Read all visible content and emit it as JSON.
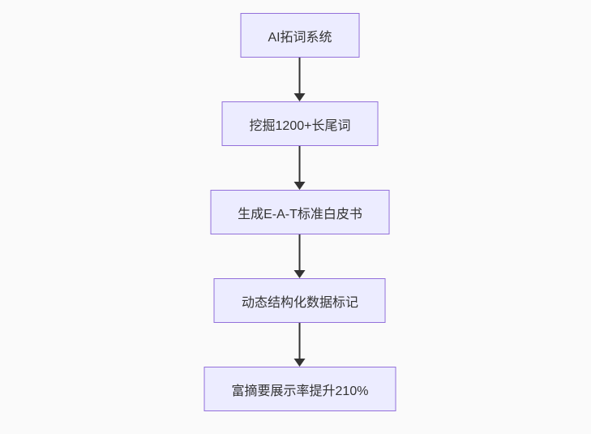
{
  "diagram": {
    "type": "flowchart",
    "direction": "top-down",
    "nodes": [
      {
        "id": "A",
        "label": "AI拓词系统"
      },
      {
        "id": "B",
        "label": "挖掘1200+长尾词"
      },
      {
        "id": "C",
        "label": "生成E-A-T标准白皮书"
      },
      {
        "id": "D",
        "label": "动态结构化数据标记"
      },
      {
        "id": "E",
        "label": "富摘要展示率提升210%"
      }
    ],
    "edges": [
      {
        "from": "A",
        "to": "B"
      },
      {
        "from": "B",
        "to": "C"
      },
      {
        "from": "C",
        "to": "D"
      },
      {
        "from": "D",
        "to": "E"
      }
    ],
    "colors": {
      "background": "#fafafa",
      "node_fill": "#ececff",
      "node_border": "#9370db",
      "text": "#333333",
      "arrow": "#333333"
    }
  }
}
